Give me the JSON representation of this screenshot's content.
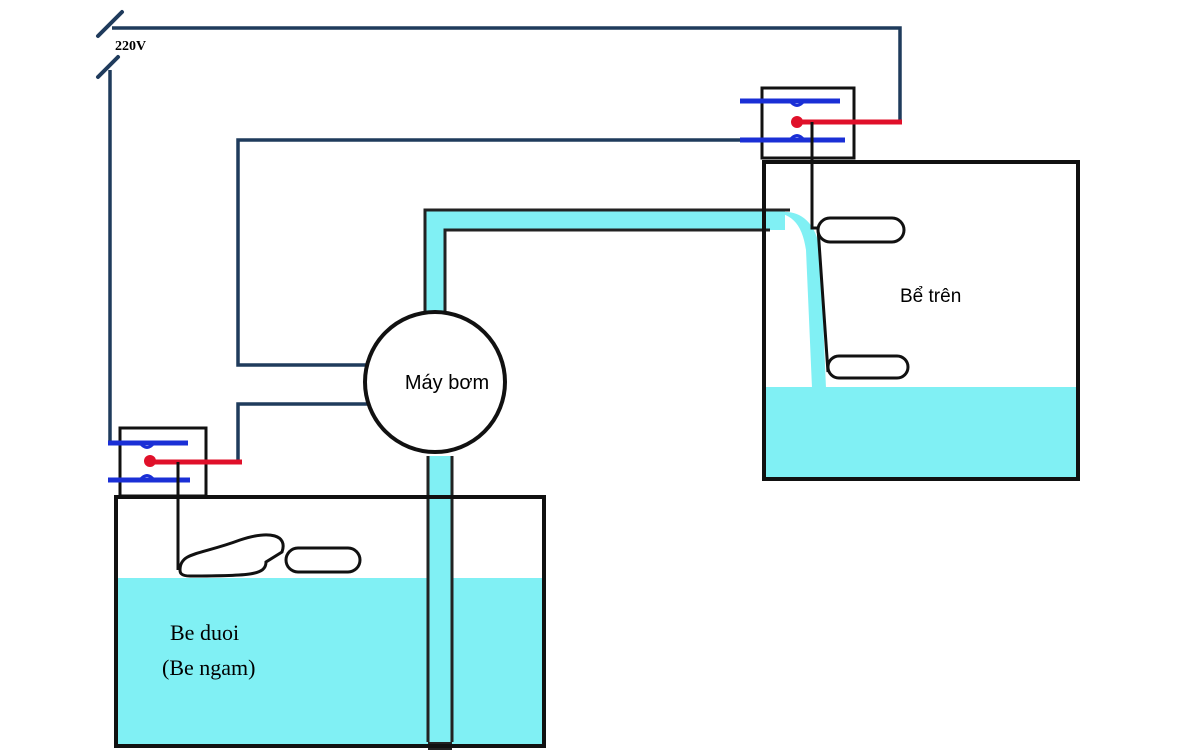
{
  "labels": {
    "voltage": "220V",
    "pump": "Máy bơm",
    "upper_tank": "Bể trên",
    "lower_tank_line1": "Be duoi",
    "lower_tank_line2": "(Be ngam)"
  },
  "colors": {
    "wire": "#1f3b5c",
    "water": "#80f0f4",
    "tank_outline": "#111111",
    "switch_contact_blue": "#1a2fd6",
    "switch_contact_red": "#e0102a"
  }
}
